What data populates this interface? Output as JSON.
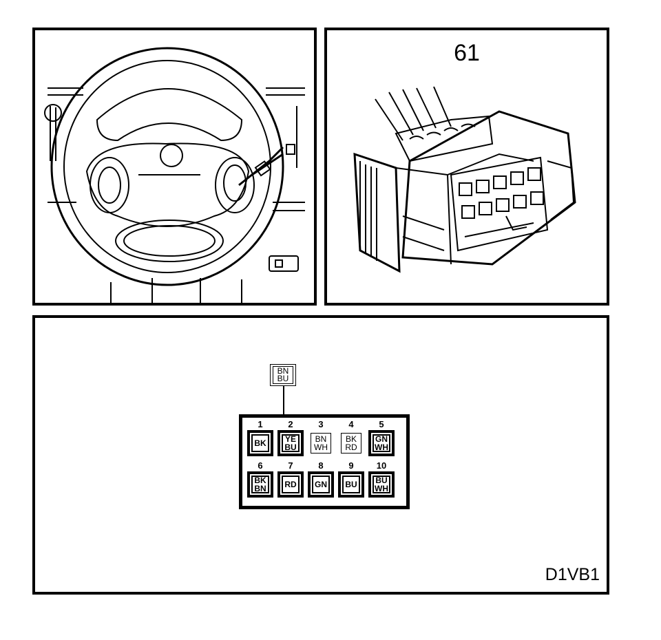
{
  "connector_panel": {
    "number": "61"
  },
  "pinout": {
    "wire_label": [
      "BN",
      "BU"
    ],
    "pins": [
      {
        "num": "1",
        "lines": [
          "BK"
        ]
      },
      {
        "num": "2",
        "lines": [
          "YE",
          "BU"
        ]
      },
      {
        "num": "3",
        "lines": [
          "BN",
          "WH"
        ]
      },
      {
        "num": "4",
        "lines": [
          "BK",
          "RD"
        ]
      },
      {
        "num": "5",
        "lines": [
          "GN",
          "WH"
        ]
      },
      {
        "num": "6",
        "lines": [
          "BK",
          "BN"
        ]
      },
      {
        "num": "7",
        "lines": [
          "RD"
        ]
      },
      {
        "num": "8",
        "lines": [
          "GN"
        ]
      },
      {
        "num": "9",
        "lines": [
          "BU"
        ]
      },
      {
        "num": "10",
        "lines": [
          "BU",
          "WH"
        ]
      }
    ]
  },
  "figure_id": "D1VB1"
}
